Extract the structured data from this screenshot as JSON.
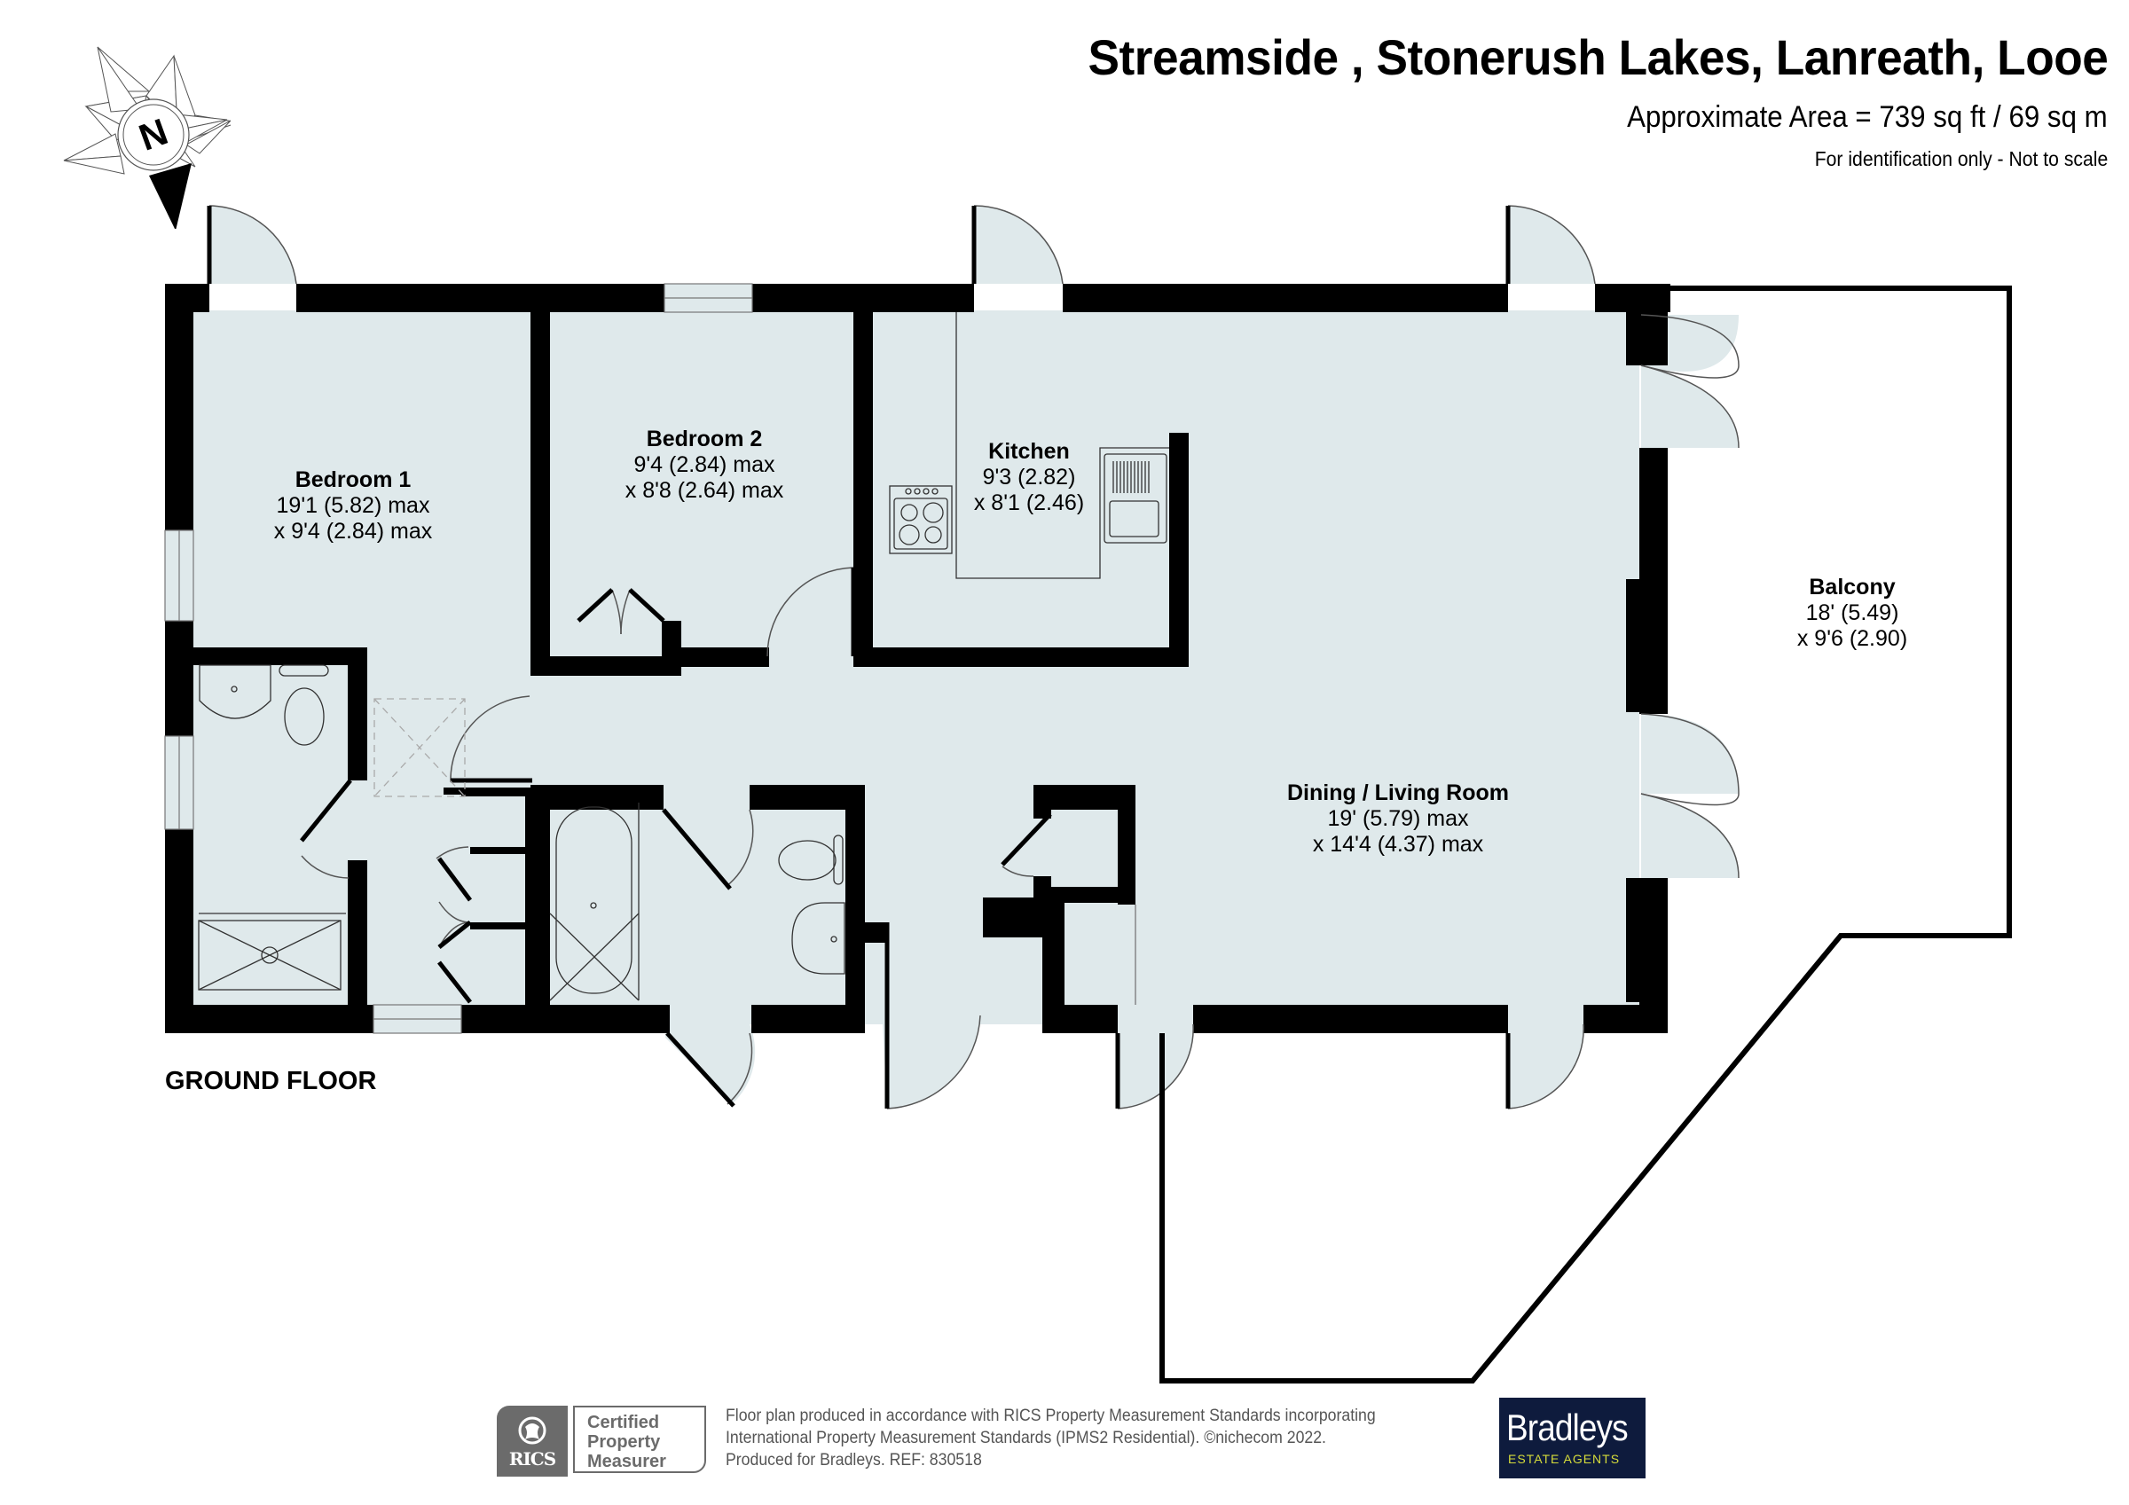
{
  "header": {
    "title": "Streamside , Stonerush Lakes, Lanreath, Looe",
    "area": "Approximate Area = 739 sq ft / 69 sq m",
    "note": "For identification only - Not to scale"
  },
  "compass": {
    "label": "N"
  },
  "floor": {
    "label": "GROUND FLOOR"
  },
  "rooms": {
    "bedroom1": {
      "name": "Bedroom 1",
      "dim1": "19'1 (5.82) max",
      "dim2": "x 9'4 (2.84) max"
    },
    "bedroom2": {
      "name": "Bedroom 2",
      "dim1": "9'4 (2.84) max",
      "dim2": "x 8'8 (2.64) max"
    },
    "kitchen": {
      "name": "Kitchen",
      "dim1": "9'3 (2.82)",
      "dim2": "x 8'1 (2.46)"
    },
    "balcony": {
      "name": "Balcony",
      "dim1": "18' (5.49)",
      "dim2": "x 9'6 (2.90)"
    },
    "living": {
      "name": "Dining / Living Room",
      "dim1": "19' (5.79) max",
      "dim2": "x 14'4 (4.37) max"
    }
  },
  "colors": {
    "room_fill": "#dfe9eb",
    "wall": "#000000",
    "brand_bg": "#0e1b3d",
    "brand_accent": "#d6dc3a",
    "rics_grey": "#6b6b6b"
  },
  "footer": {
    "rics": {
      "logo_text": "RICS",
      "cert_line1": "Certified",
      "cert_line2": "Property",
      "cert_line3": "Measurer"
    },
    "text_line1": "Floor plan produced in accordance with RICS Property Measurement Standards incorporating",
    "text_line2": "International Property Measurement Standards (IPMS2 Residential).   ©nichecom 2022.",
    "text_line3": "Produced for Bradleys.   REF: 830518",
    "brand_name": "Bradleys",
    "brand_sub": "ESTATE AGENTS"
  }
}
